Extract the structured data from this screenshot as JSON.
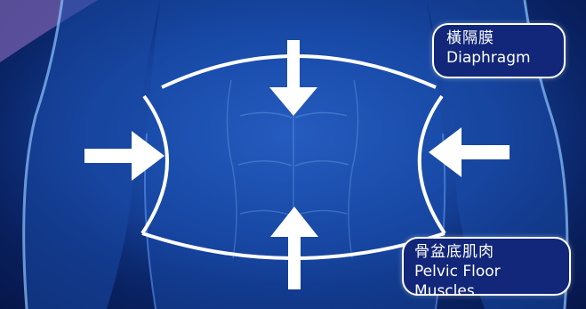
{
  "labels": {
    "diaphragm": {
      "zh": "橫隔膜",
      "en": "Diaphragm"
    },
    "pelvic_floor": {
      "zh": "骨盆底肌肉",
      "en": "Pelvic Floor Muscles"
    }
  },
  "icons": {
    "arrow_top": "arrow-down-icon",
    "arrow_bottom": "arrow-up-icon",
    "arrow_left": "arrow-right-icon",
    "arrow_right": "arrow-left-icon"
  },
  "colors": {
    "background": "#113a8c",
    "box_fill": "#12277a",
    "stroke": "#ffffff"
  }
}
